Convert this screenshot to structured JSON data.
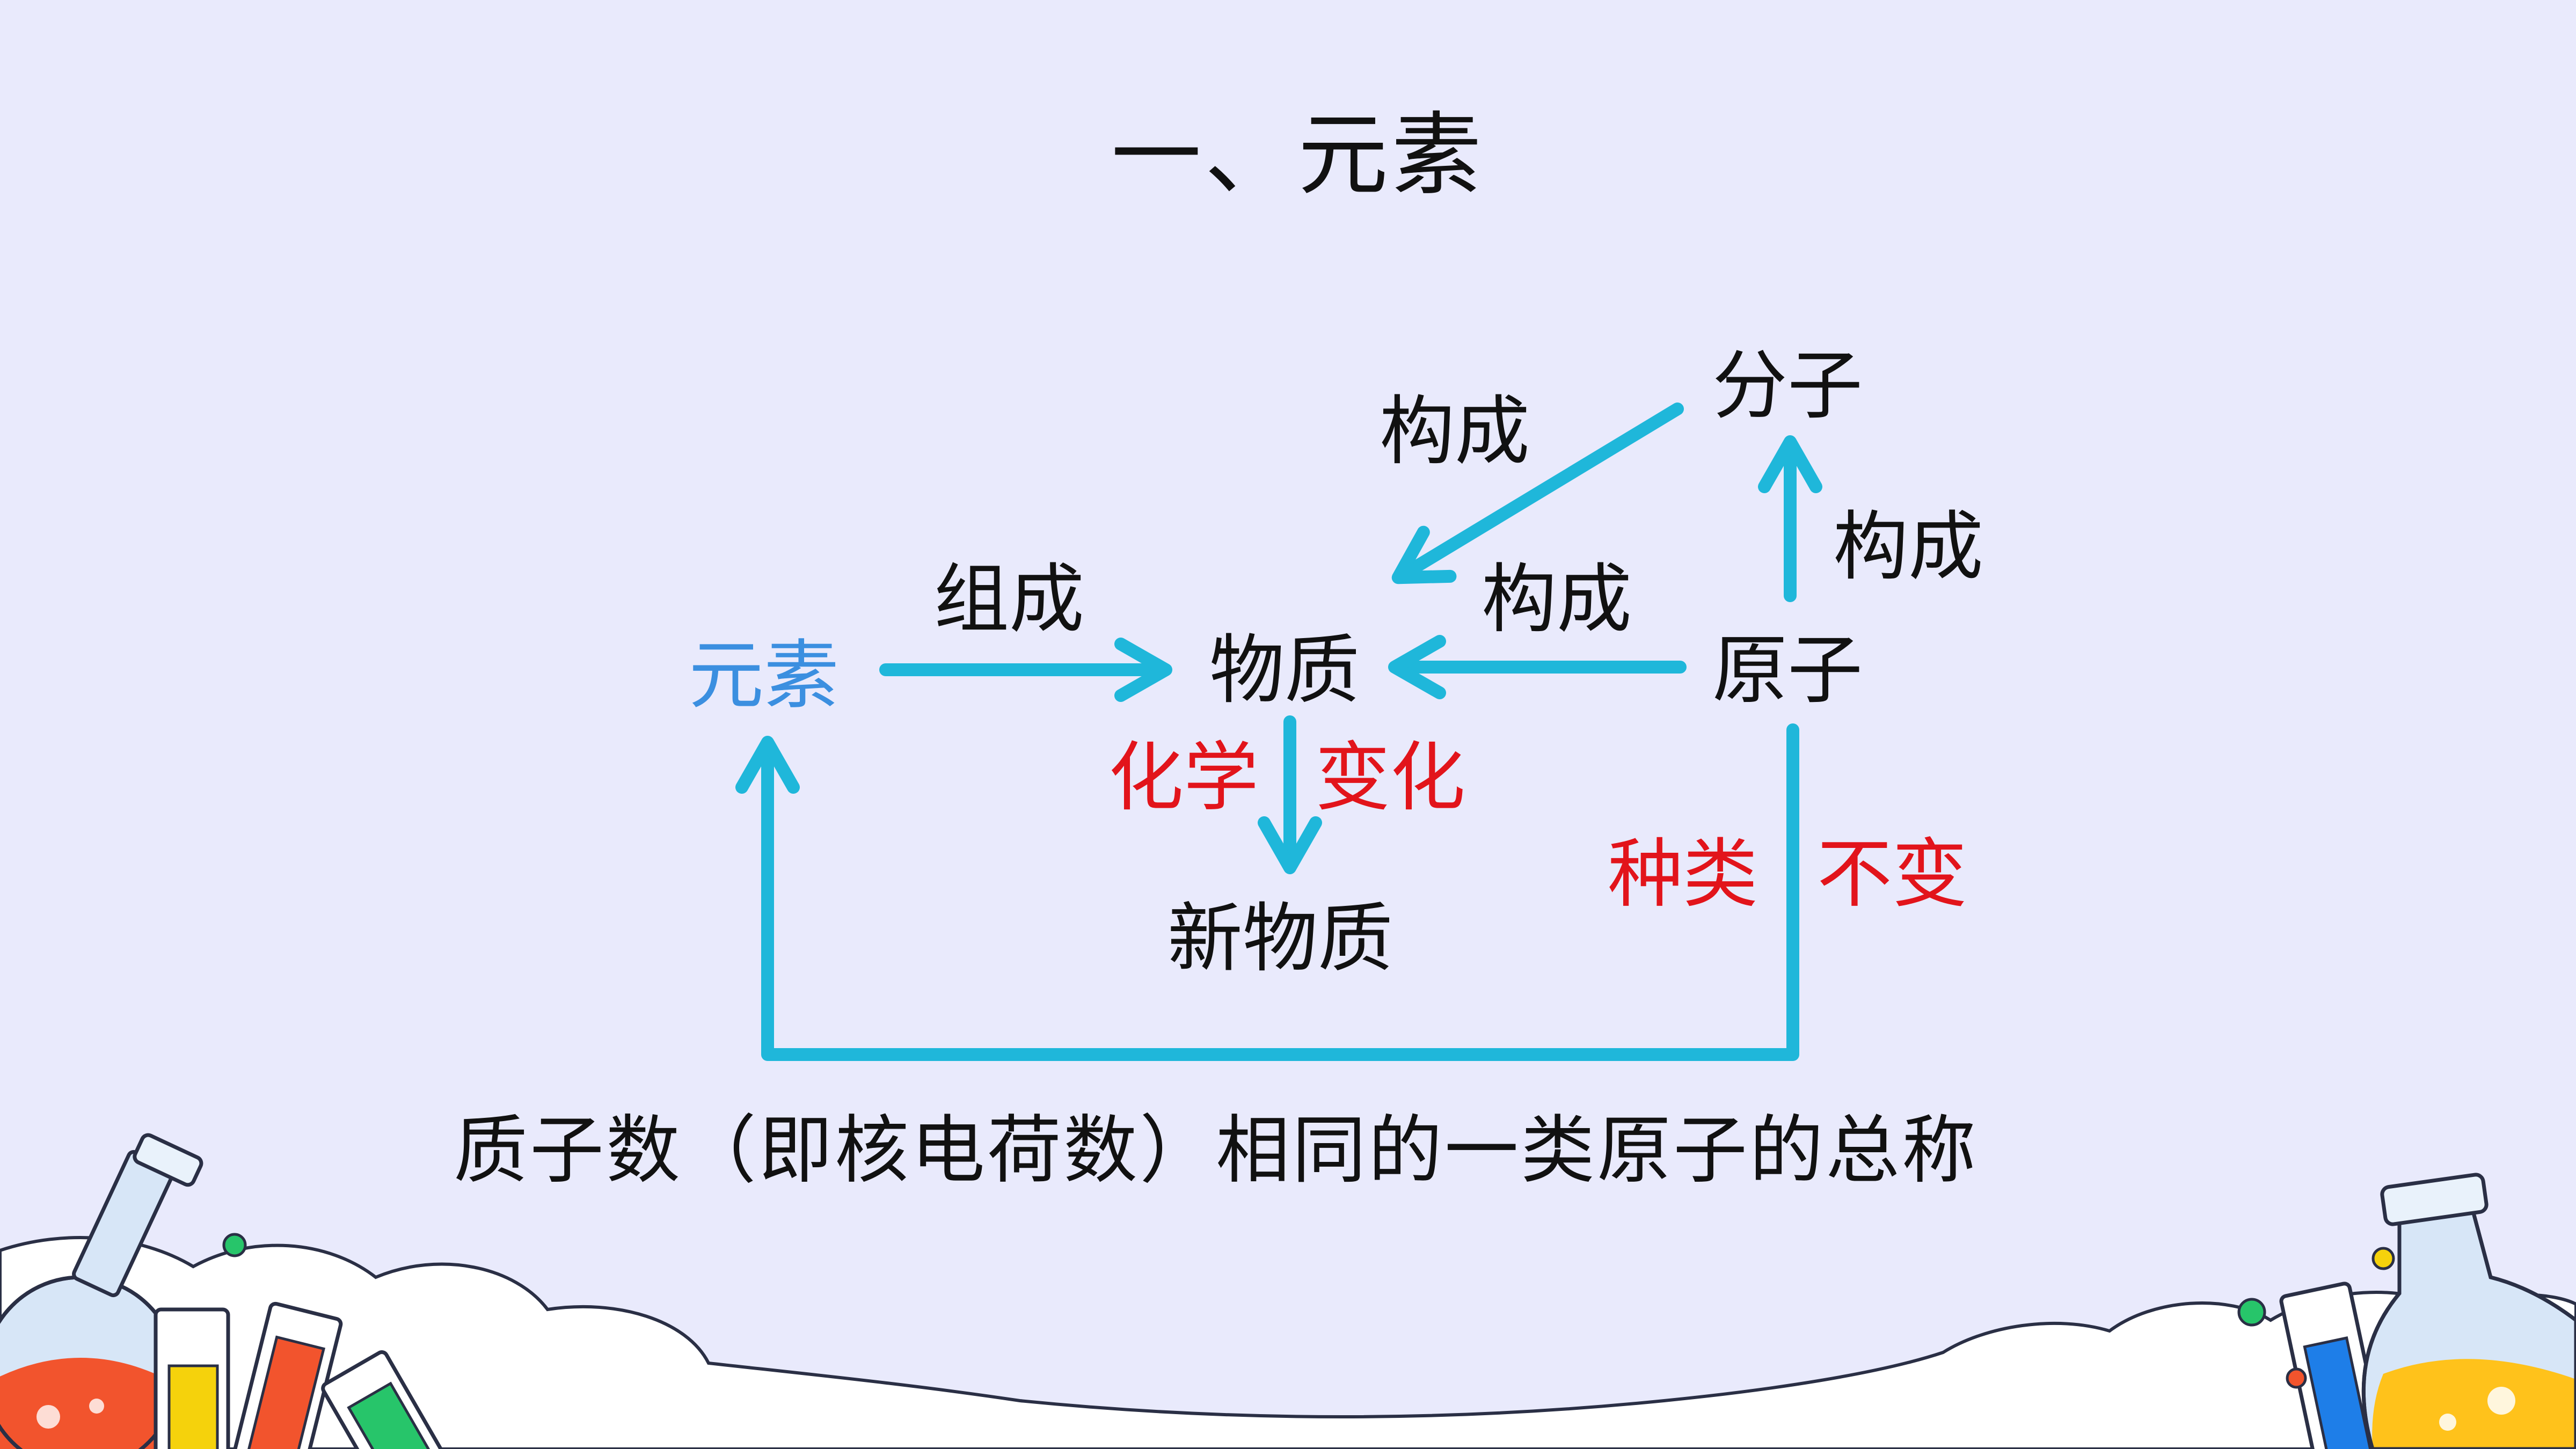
{
  "title": "一、元素",
  "nodes": {
    "element": "元素",
    "substance": "物质",
    "new_substance": "新物质",
    "molecule": "分子",
    "atom": "原子"
  },
  "edges": {
    "element_to_substance": "组成",
    "molecule_to_substance": "构成",
    "atom_to_substance": "构成",
    "atom_to_molecule": "构成"
  },
  "chemical_change": [
    "化学",
    "变化"
  ],
  "kind_unchanged": [
    "种类",
    "不变"
  ],
  "definition": "质子数（即核电荷数）相同的一类原子的总称",
  "colors": {
    "background": "#e9eafc",
    "arrow": "#1fb7da",
    "element_text": "#3b8fe0",
    "highlight_text": "#e2141b"
  }
}
